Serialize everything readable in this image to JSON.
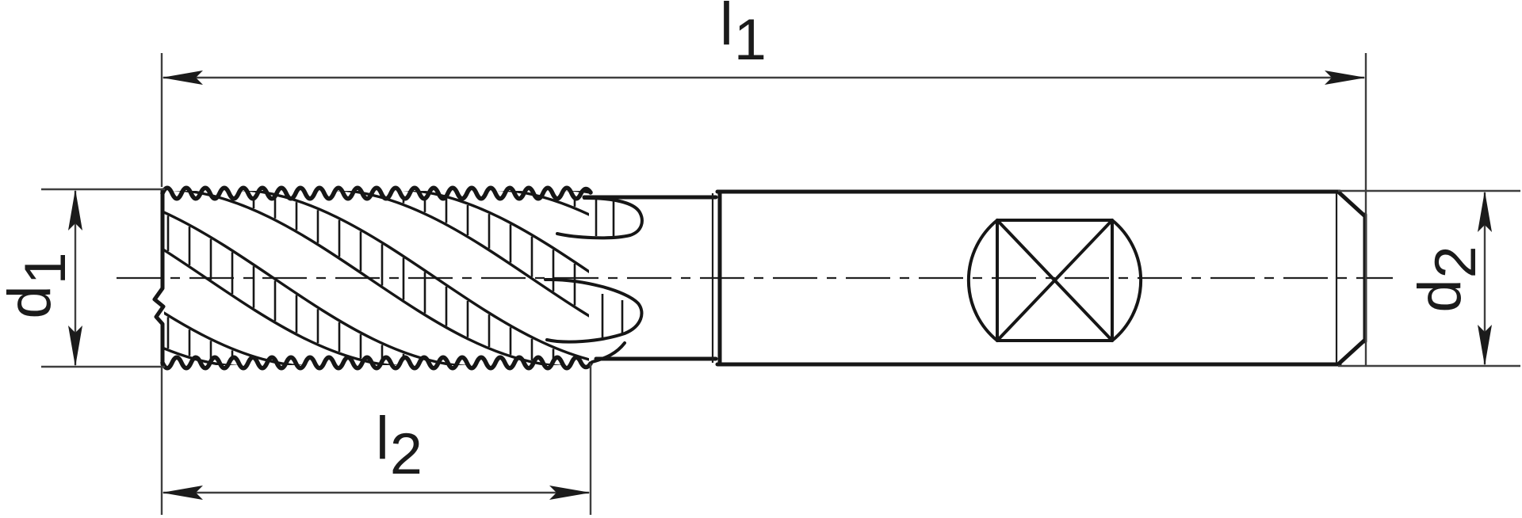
{
  "drawing": {
    "description": "technical side-view drawing of a roughing end mill with serrated flutes, neck, cylindrical shank with flat symbol and chamfered end",
    "colors": {
      "background": "#ffffff",
      "outline": "#161616",
      "dimension_lines": "#3f3f3f",
      "label_text": "#1b1b1b"
    },
    "labels": {
      "l1": {
        "base": "l",
        "sub": "1"
      },
      "l2": {
        "base": "l",
        "sub": "2"
      },
      "d1": {
        "base": "d",
        "sub": "1"
      },
      "d2": {
        "base": "d",
        "sub": "2"
      }
    }
  }
}
